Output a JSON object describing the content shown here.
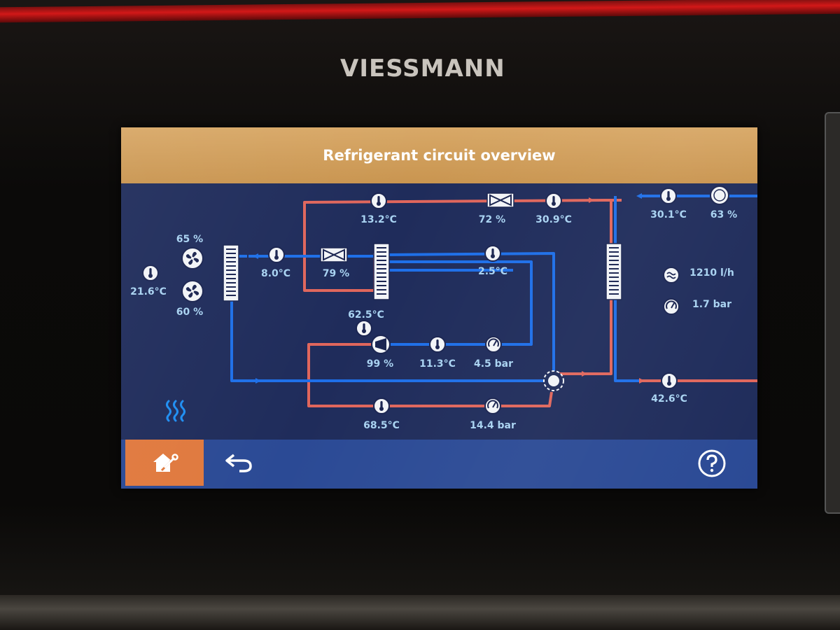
{
  "brand": "VIESSMANN",
  "screen_title": "Refrigerant circuit overview",
  "readings": {
    "outdoor_temp": "21.6°C",
    "fan_top": "65 %",
    "fan_bottom": "60 %",
    "evaporator_out_temp": "8.0°C",
    "eev_main": "79 %",
    "suction_line_temp": "13.2°C",
    "eev_upper": "72 %",
    "liquid_temp": "30.9°C",
    "eco_temp": "2.5°C",
    "hx_temp": "62.5°C",
    "compressor_speed": "99 %",
    "suction_temp": "11.3°C",
    "suction_pressure": "4.5 bar",
    "discharge_temp": "68.5°C",
    "discharge_pressure": "14.4 bar",
    "return_temp": "30.1°C",
    "pump_speed": "63 %",
    "flow_rate": "1210 l/h",
    "system_pressure": "1.7 bar",
    "flow_temp": "42.6°C"
  },
  "colors": {
    "hot_line": "#e0665c",
    "cold_line": "#1e6fe8",
    "label": "#a9d3f2",
    "title_bar": "#d4a15f",
    "screen_bg": "#1f2c5b",
    "bottom_bar": "#2b4a95",
    "home_button": "#e0793e"
  },
  "icons": {
    "home_button": "house-wrench-icon",
    "back_button": "back-arrow-icon",
    "help_button": "question-icon",
    "heating_mode": "heat-waves-icon"
  }
}
